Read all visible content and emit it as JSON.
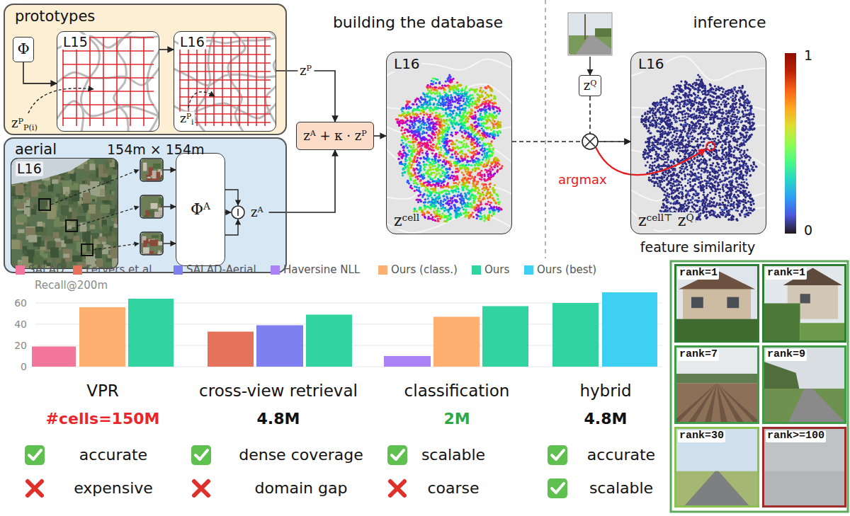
{
  "diagram": {
    "nodes": [
      {
        "text": [
          "prototypes"
        ]
      },
      {
        "text": [
          "Φ"
        ],
        "in": 0
      },
      {
        "text": [
          "L15"
        ],
        "in": 0
      },
      {
        "text": [
          "L16"
        ],
        "in": 0
      },
      {
        "text": [
          "aerial",
          "154m × 154m"
        ]
      },
      {
        "text": [
          "L16"
        ],
        "in": 4
      },
      {
        "text": [
          "ΦA"
        ],
        "in": 4
      },
      {
        "text": [
          "zA + κ · zP"
        ]
      },
      {
        "text": [
          "L16",
          "zcell"
        ]
      },
      {
        "text": [
          "zQ"
        ]
      },
      {
        "text": [
          "L16",
          "zcell⊤ zQ"
        ]
      },
      {
        "text": [
          "rank=1"
        ]
      },
      {
        "text": [
          "rank=1"
        ]
      },
      {
        "text": [
          "rank=7"
        ]
      },
      {
        "text": [
          "rank=9"
        ]
      },
      {
        "text": [
          "rank=30"
        ]
      },
      {
        "text": [
          "rank>=100"
        ]
      }
    ],
    "edges": [
      {
        "from": 1,
        "to": 2,
        "arrow": "to"
      },
      {
        "from": 2,
        "to": 3,
        "arrow": "to"
      },
      {
        "from": 3,
        "to": 7,
        "label": "zP",
        "arrow": "to"
      },
      {
        "from": 4,
        "to": 7,
        "arrow": "to"
      },
      {
        "from": 7,
        "to": 8,
        "arrow": "to"
      },
      {
        "from": 8,
        "to": 10,
        "arrow": "to"
      },
      {
        "from": 9,
        "to": 10,
        "arrow": "to"
      }
    ],
    "labels": [
      "zPP(i)",
      "zPi",
      "zA",
      "building the database",
      "inference",
      "argmax",
      "1",
      "0",
      "feature similarity",
      "Recall@200m",
      "60",
      "40",
      "20",
      "0",
      "VPR",
      "cross-view retrieval",
      "classification",
      "hybrid",
      "#cells=150M",
      "4.8M",
      "2M",
      "4.8M",
      "accurate",
      "expensive",
      "dense coverage",
      "domain gap",
      "scalable",
      "coarse",
      "accurate",
      "scalable"
    ],
    "legend": [
      {
        "text": "SALAD",
        "color": "#f2769b"
      },
      {
        "text": "Fervers et al.",
        "color": "#e5735c"
      },
      {
        "text": "SALAD-Aerial",
        "color": "#7d80ee"
      },
      {
        "text": "Haversine NLL",
        "color": "#ab82f5"
      },
      {
        "text": "Ours (class.)",
        "color": "#fdb071"
      },
      {
        "text": "Ours",
        "color": "#31d3a1"
      },
      {
        "text": "Ours (best)",
        "color": "#3dd0f2"
      }
    ]
  }
}
